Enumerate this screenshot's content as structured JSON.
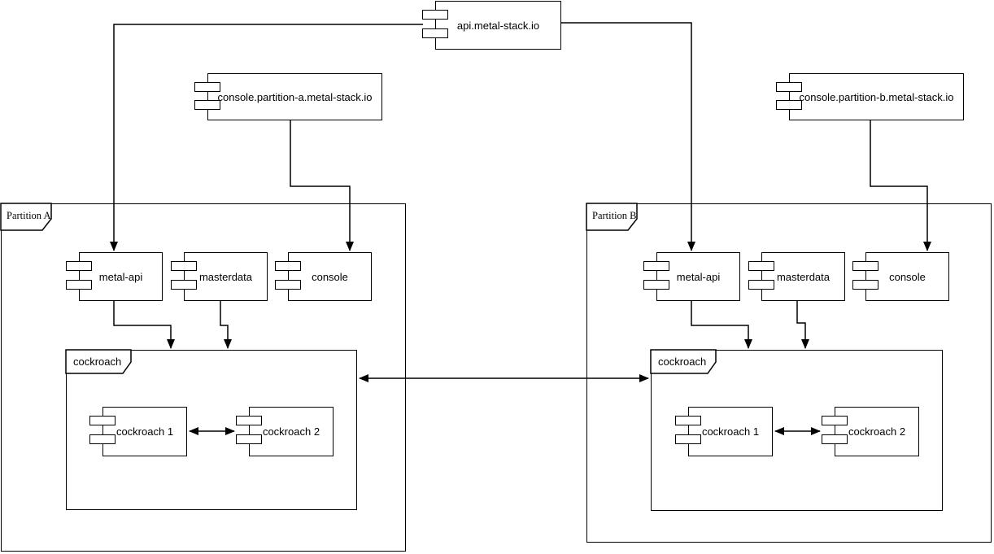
{
  "diagram": {
    "colors": {
      "stroke": "#000000",
      "background": "#ffffff"
    },
    "external": {
      "api": {
        "label": "api.metal-stack.io"
      },
      "console_a": {
        "label": "console.partition-a.metal-stack.io"
      },
      "console_b": {
        "label": "console.partition-b.metal-stack.io"
      }
    },
    "partitions": [
      {
        "label": "Partition A",
        "components": [
          {
            "label": "metal-api"
          },
          {
            "label": "masterdata"
          },
          {
            "label": "console"
          }
        ],
        "db_group": {
          "label": "cockroach",
          "components": [
            {
              "label": "cockroach 1"
            },
            {
              "label": "cockroach 2"
            }
          ]
        }
      },
      {
        "label": "Partition B",
        "components": [
          {
            "label": "metal-api"
          },
          {
            "label": "masterdata"
          },
          {
            "label": "console"
          }
        ],
        "db_group": {
          "label": "cockroach",
          "components": [
            {
              "label": "cockroach 1"
            },
            {
              "label": "cockroach 2"
            }
          ]
        }
      }
    ],
    "edges": [
      {
        "from": "api.metal-stack.io",
        "to": "metal-api (Partition A)",
        "type": "arrow"
      },
      {
        "from": "api.metal-stack.io",
        "to": "metal-api (Partition B)",
        "type": "arrow"
      },
      {
        "from": "console.partition-a.metal-stack.io",
        "to": "console (Partition A)",
        "type": "arrow"
      },
      {
        "from": "console.partition-b.metal-stack.io",
        "to": "console (Partition B)",
        "type": "arrow"
      },
      {
        "from": "metal-api (Partition A)",
        "to": "cockroach (Partition A)",
        "type": "arrow"
      },
      {
        "from": "masterdata (Partition A)",
        "to": "cockroach (Partition A)",
        "type": "arrow"
      },
      {
        "from": "metal-api (Partition B)",
        "to": "cockroach (Partition B)",
        "type": "arrow"
      },
      {
        "from": "masterdata (Partition B)",
        "to": "cockroach (Partition B)",
        "type": "arrow"
      },
      {
        "from": "cockroach (Partition A)",
        "to": "cockroach (Partition B)",
        "type": "double-arrow"
      },
      {
        "from": "cockroach 1 (Partition A)",
        "to": "cockroach 2 (Partition A)",
        "type": "double-arrow"
      },
      {
        "from": "cockroach 1 (Partition B)",
        "to": "cockroach 2 (Partition B)",
        "type": "double-arrow"
      }
    ]
  }
}
